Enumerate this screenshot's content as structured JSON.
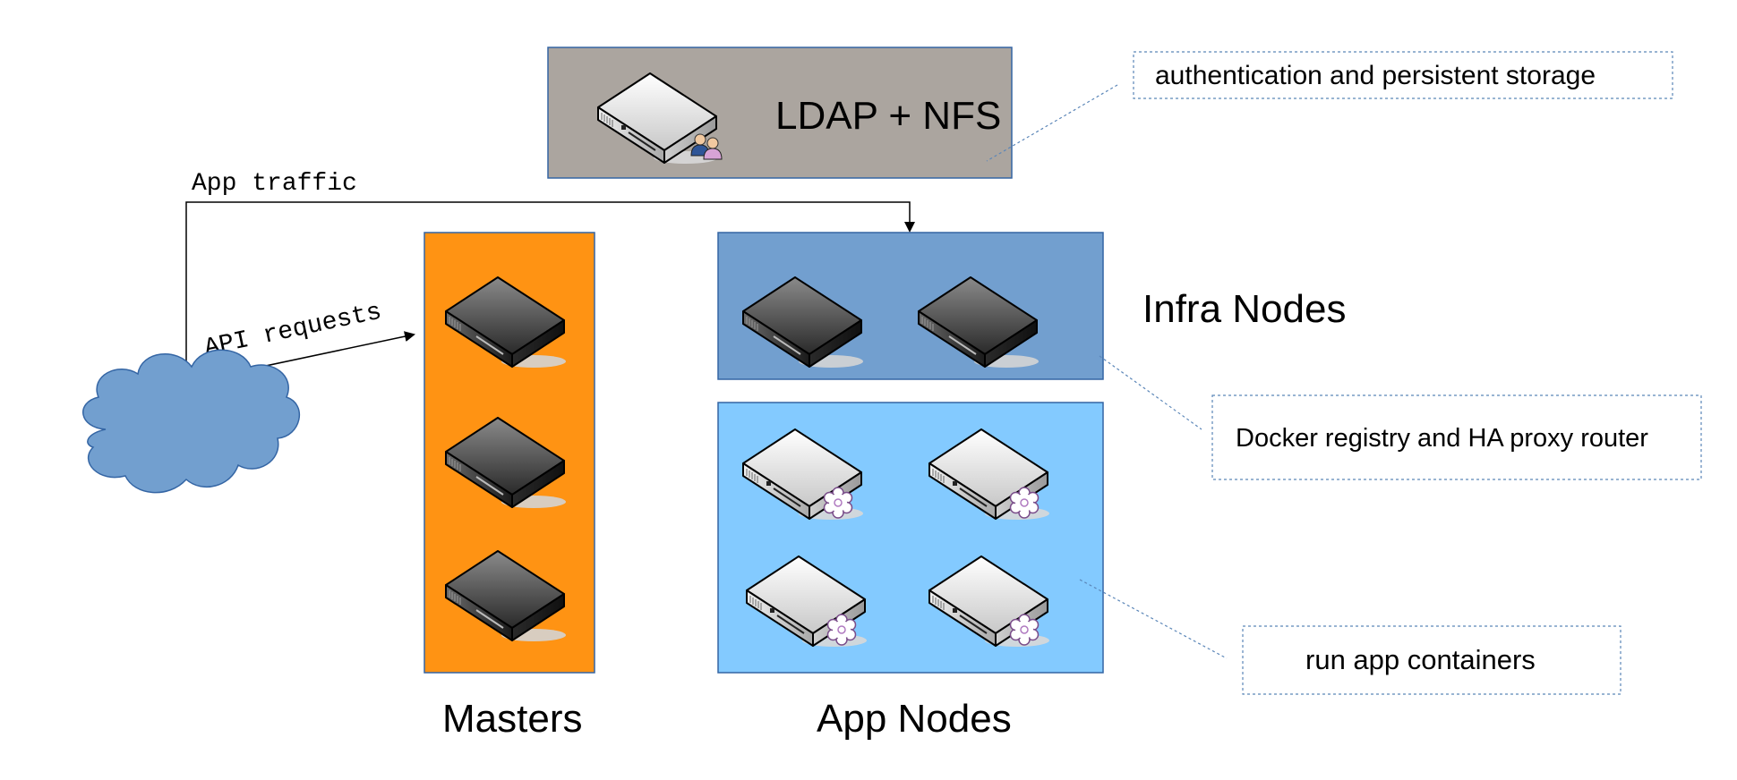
{
  "ldap_box": {
    "label": "LDAP + NFS",
    "fill": "#aba59f"
  },
  "masters": {
    "label": "Masters",
    "fill": "#ff9313"
  },
  "infra": {
    "label": "Infra Nodes",
    "fill": "#729fcf"
  },
  "app_nodes": {
    "label": "App Nodes",
    "fill": "#83caff"
  },
  "cloud": {
    "fill": "#729fcf"
  },
  "edges": {
    "app_traffic": "App traffic",
    "api_requests": "API requests"
  },
  "notes": {
    "auth": "authentication and persistent storage",
    "docker": "Docker registry and HA proxy router",
    "containers": "run app containers"
  },
  "colors": {
    "note_border": "#5b86b8",
    "box_border": "#3465a4",
    "arrow": "#000000"
  }
}
